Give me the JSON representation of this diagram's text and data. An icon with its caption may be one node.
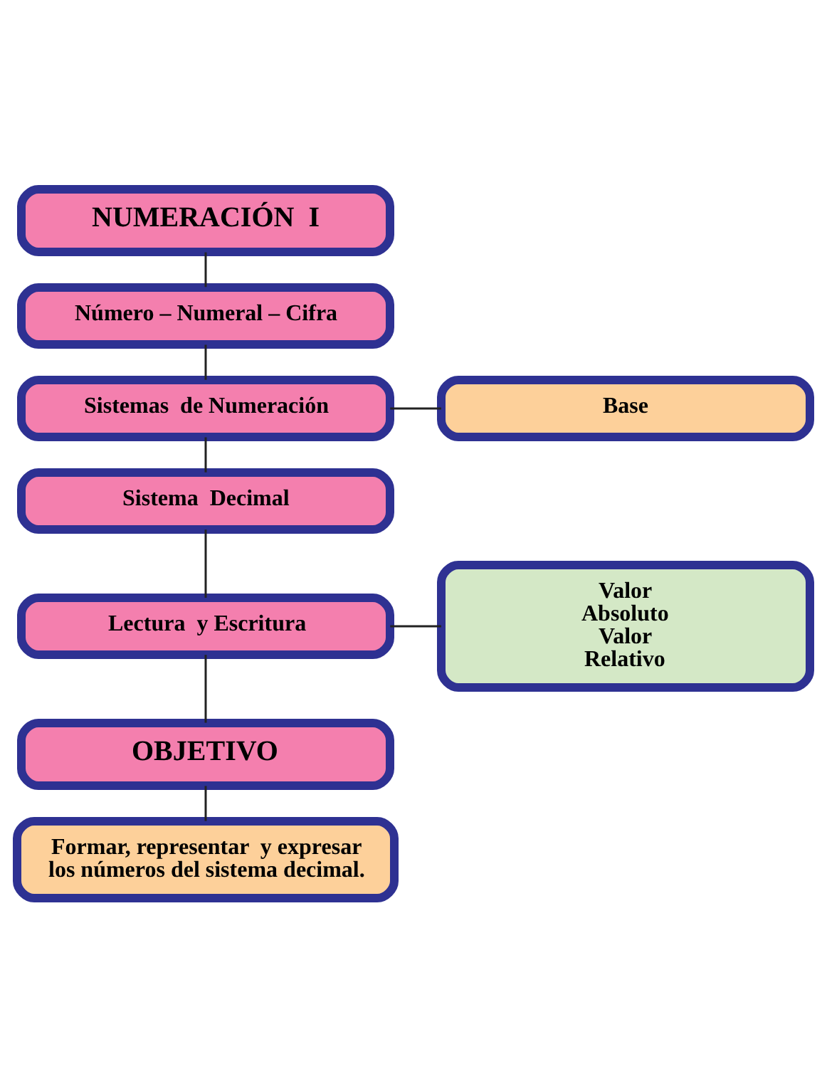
{
  "diagram": {
    "nodes": [
      {
        "text": [
          "NUMERACIÓN  I"
        ]
      },
      {
        "text": [
          "Número – Numeral – Cifra"
        ]
      },
      {
        "text": [
          "Sistemas  de Numeración"
        ]
      },
      {
        "text": [
          "Base"
        ]
      },
      {
        "text": [
          "Sistema  Decimal"
        ]
      },
      {
        "text": [
          "Lectura  y Escritura"
        ]
      },
      {
        "text": [
          "Valor Absoluto",
          "Valor Relativo"
        ]
      },
      {
        "text": [
          "OBJETIVO"
        ]
      },
      {
        "text": [
          "Formar, representar  y expresar los números del sistema decimal."
        ]
      }
    ],
    "edges": [
      {
        "from": 0,
        "to": 1,
        "arrow": "none"
      },
      {
        "from": 1,
        "to": 2,
        "arrow": "none"
      },
      {
        "from": 2,
        "to": 3,
        "arrow": "none"
      },
      {
        "from": 2,
        "to": 4,
        "arrow": "none"
      },
      {
        "from": 4,
        "to": 5,
        "arrow": "none"
      },
      {
        "from": 5,
        "to": 6,
        "arrow": "none"
      },
      {
        "from": 5,
        "to": 7,
        "arrow": "none"
      },
      {
        "from": 7,
        "to": 8,
        "arrow": "none"
      }
    ]
  }
}
